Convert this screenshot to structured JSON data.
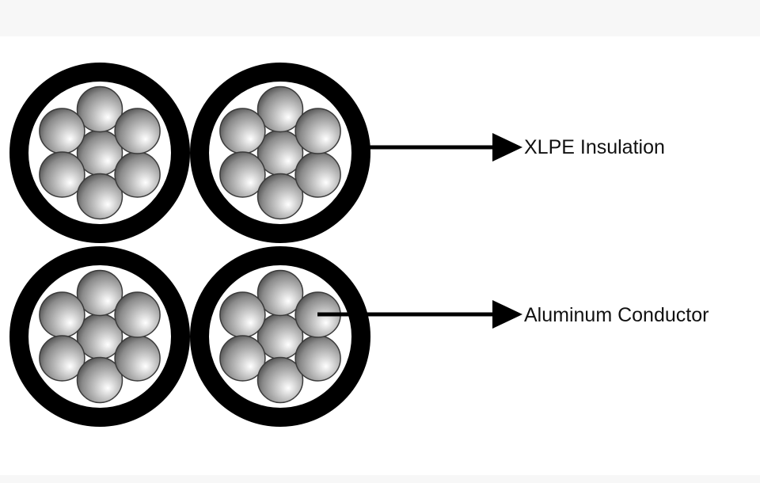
{
  "diagram": {
    "labels": {
      "insulation": "XLPE Insulation",
      "conductor": "Aluminum Conductor"
    },
    "cable_count": 4,
    "strands_per_cable": 7,
    "colors": {
      "insulation": "#000000",
      "strand_highlight": "#ffffff",
      "strand_mid": "#9a9a9a",
      "strand_shadow": "#4a4a4a",
      "arrow": "#000000",
      "band": "#f7f7f7"
    }
  }
}
